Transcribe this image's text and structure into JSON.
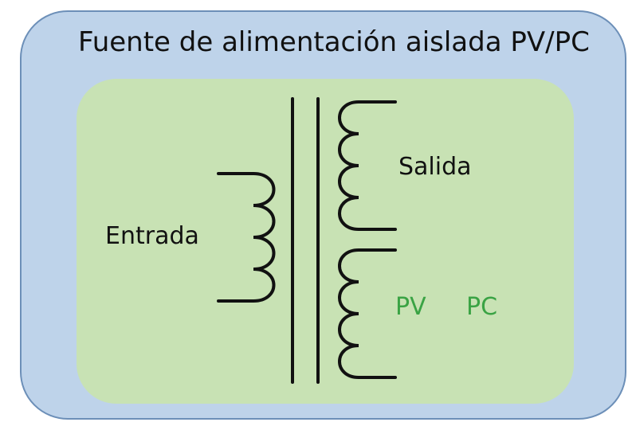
{
  "title": "Fuente de alimentación aislada PV/PC",
  "labels": {
    "input": "Entrada",
    "output": "Salida",
    "pv": "PV",
    "pc": "PC"
  },
  "colors": {
    "outer_fill": "#bed3ea",
    "outer_stroke": "#6c8fb8",
    "inner_fill": "#c8e2b4",
    "green_text": "#3aa344",
    "line": "#111111"
  }
}
